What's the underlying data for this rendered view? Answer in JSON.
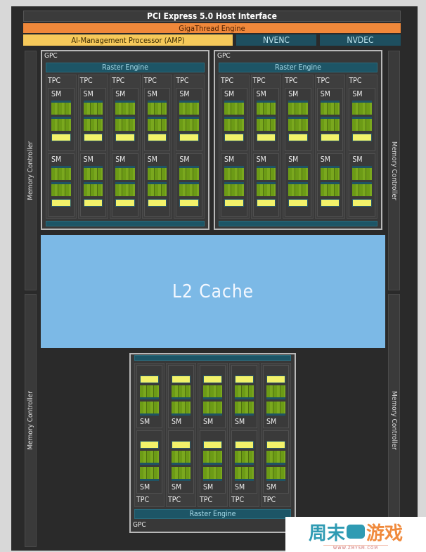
{
  "header": {
    "pci": "PCI Express 5.0 Host Interface",
    "gigathread": "GigaThread Engine",
    "amp": "AI-Management Processor (AMP)",
    "nvenc": "NVENC",
    "nvdec": "NVDEC"
  },
  "memory_controllers": [
    "Memory Controller",
    "Memory Controller",
    "Memory Controller",
    "Memory Controller"
  ],
  "l2": "L2 Cache",
  "gpcs": [
    {
      "label": "GPC",
      "raster": "Raster Engine",
      "tpcs": [
        {
          "label": "TPC",
          "sms": [
            "SM",
            "SM"
          ]
        },
        {
          "label": "TPC",
          "sms": [
            "SM",
            "SM"
          ]
        },
        {
          "label": "TPC",
          "sms": [
            "SM",
            "SM"
          ]
        },
        {
          "label": "TPC",
          "sms": [
            "SM",
            "SM"
          ]
        },
        {
          "label": "TPC",
          "sms": [
            "SM",
            "SM"
          ]
        }
      ]
    },
    {
      "label": "GPC",
      "raster": "Raster Engine",
      "tpcs": [
        {
          "label": "TPC",
          "sms": [
            "SM",
            "SM"
          ]
        },
        {
          "label": "TPC",
          "sms": [
            "SM",
            "SM"
          ]
        },
        {
          "label": "TPC",
          "sms": [
            "SM",
            "SM"
          ]
        },
        {
          "label": "TPC",
          "sms": [
            "SM",
            "SM"
          ]
        },
        {
          "label": "TPC",
          "sms": [
            "SM",
            "SM"
          ]
        }
      ]
    },
    {
      "label": "GPC",
      "raster": "Raster Engine",
      "tpcs": [
        {
          "label": "TPC",
          "sms": [
            "SM",
            "SM"
          ]
        },
        {
          "label": "TPC",
          "sms": [
            "SM",
            "SM"
          ]
        },
        {
          "label": "TPC",
          "sms": [
            "SM",
            "SM"
          ]
        },
        {
          "label": "TPC",
          "sms": [
            "SM",
            "SM"
          ]
        },
        {
          "label": "TPC",
          "sms": [
            "SM",
            "SM"
          ]
        }
      ]
    }
  ],
  "watermark": {
    "left": "周末",
    "right": "游戏",
    "url": "WWW.ZMYSM.COM"
  }
}
